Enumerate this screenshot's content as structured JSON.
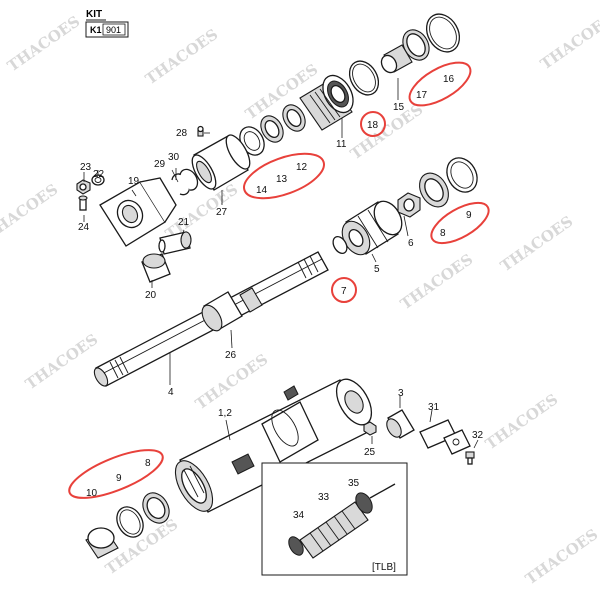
{
  "kit": {
    "title": "KIT",
    "code_prefix": "K1",
    "code_value": "901"
  },
  "callouts": {
    "c1_2": "1,2",
    "c3": "3",
    "c4": "4",
    "c5": "5",
    "c6": "6",
    "c7": "7",
    "c8_upper": "8",
    "c8_lower": "8",
    "c9_upper": "9",
    "c9_lower": "9",
    "c10": "10",
    "c11": "11",
    "c12": "12",
    "c13": "13",
    "c14": "14",
    "c15": "15",
    "c16": "16",
    "c17": "17",
    "c18": "18",
    "c19": "19",
    "c20": "20",
    "c21": "21",
    "c22": "22",
    "c23": "23",
    "c24": "24",
    "c25": "25",
    "c26": "26",
    "c27": "27",
    "c28": "28",
    "c29": "29",
    "c30": "30",
    "c31": "31",
    "c32": "32",
    "c33": "33",
    "c34": "34",
    "c35": "35"
  },
  "inset": {
    "label": "[TLB]"
  },
  "watermark": {
    "text": "THACOES"
  },
  "colors": {
    "highlight": "#e8413b",
    "line": "#1a1a1a",
    "watermark": "#d8d8d8"
  }
}
